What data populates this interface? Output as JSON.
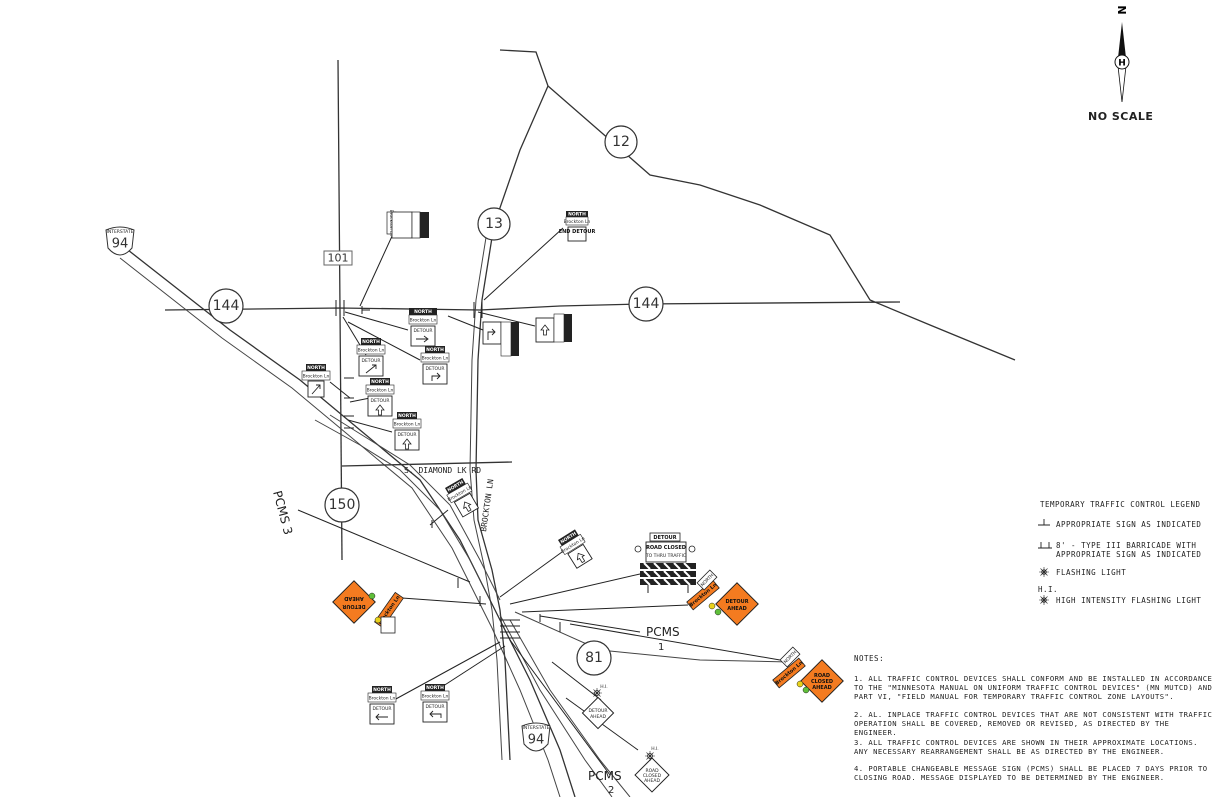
{
  "north_label": "N",
  "north_circle_letter": "H",
  "scale_note": "NO SCALE",
  "route_labels": {
    "r12": "12",
    "r13": "13",
    "r144_w": "144",
    "r144_e": "144",
    "r101": "101",
    "r150": "150",
    "r81": "81",
    "i94_nw": "94",
    "i94_s": "94",
    "interstate": "INTERSTATE"
  },
  "road_names": {
    "diamond": "S. DIAMOND LK RD",
    "brockton": "BROCKTON LN"
  },
  "pcms": {
    "p1": "PCMS",
    "p1n": "1",
    "p2": "PCMS",
    "p2n": "2",
    "p3": "PCMS 3"
  },
  "sign_text": {
    "north": "NORTH",
    "brockton": "Brockton Ln",
    "detour": "DETOUR",
    "end_detour": "END DETOUR",
    "road_closed": "ROAD CLOSED",
    "to_thru": "TO THRU TRAFFIC",
    "detour_ahead": "DETOUR AHEAD",
    "road_closed_ahead": "ROAD CLOSED AHEAD",
    "hi": "H.I."
  },
  "legend": {
    "title": "TEMPORARY TRAFFIC CONTROL LEGEND",
    "items": [
      "APPROPRIATE SIGN AS INDICATED",
      "8' - TYPE III BARRICADE WITH APPROPRIATE SIGN AS INDICATED",
      "FLASHING LIGHT",
      "HIGH INTENSITY FLASHING LIGHT"
    ],
    "hi_label": "H.I."
  },
  "notes": {
    "heading": "NOTES:",
    "items": [
      "1. ALL TRAFFIC CONTROL DEVICES SHALL CONFORM AND BE INSTALLED IN ACCORDANCE TO THE \"MINNESOTA MANUAL ON UNIFORM TRAFFIC CONTROL DEVICES\" (MN MUTCD) AND PART VI, \"FIELD MANUAL FOR TEMPORARY TRAFFIC CONTROL ZONE LAYOUTS\".",
      "2. AL. INPLACE TRAFFIC CONTROL DEVICES THAT ARE NOT CONSISTENT WITH TRAFFIC OPERATION SHALL BE COVERED, REMOVED OR REVISED, AS DIRECTED BY THE ENGINEER.",
      "3. ALL TRAFFIC CONTROL DEVICES ARE SHOWN IN THEIR APPROXIMATE LOCATIONS. ANY NECESSARY REARRANGEMENT SHALL BE AS DIRECTED BY THE ENGINEER.",
      "4. PORTABLE CHANGEABLE MESSAGE SIGN (PCMS) SHALL BE PLACED 7 DAYS PRIOR TO CLOSING ROAD. MESSAGE DISPLAYED TO BE DETERMINED BY THE ENGINEER."
    ]
  },
  "colors": {
    "warning_orange": "#f47b20",
    "flash_yellow": "#e8d21c",
    "flash_green": "#5fbf3a"
  }
}
